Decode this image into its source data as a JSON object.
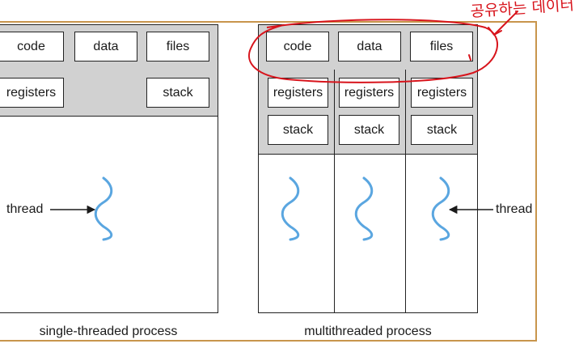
{
  "single": {
    "code": "code",
    "data": "data",
    "files": "files",
    "registers": "registers",
    "stack": "stack",
    "thread_label": "thread",
    "caption": "single-threaded process"
  },
  "multi": {
    "code": "code",
    "data": "data",
    "files": "files",
    "registers": [
      "registers",
      "registers",
      "registers"
    ],
    "stacks": [
      "stack",
      "stack",
      "stack"
    ],
    "thread_label": "thread",
    "caption": "multithreaded process"
  },
  "annotation": {
    "handwritten_note": "공유하는 데이터"
  },
  "colors": {
    "thread_wave": "#5aa6e0",
    "annotation_ink": "#d8141c",
    "frame": "#c8954c",
    "band": "#d1d1d1"
  }
}
